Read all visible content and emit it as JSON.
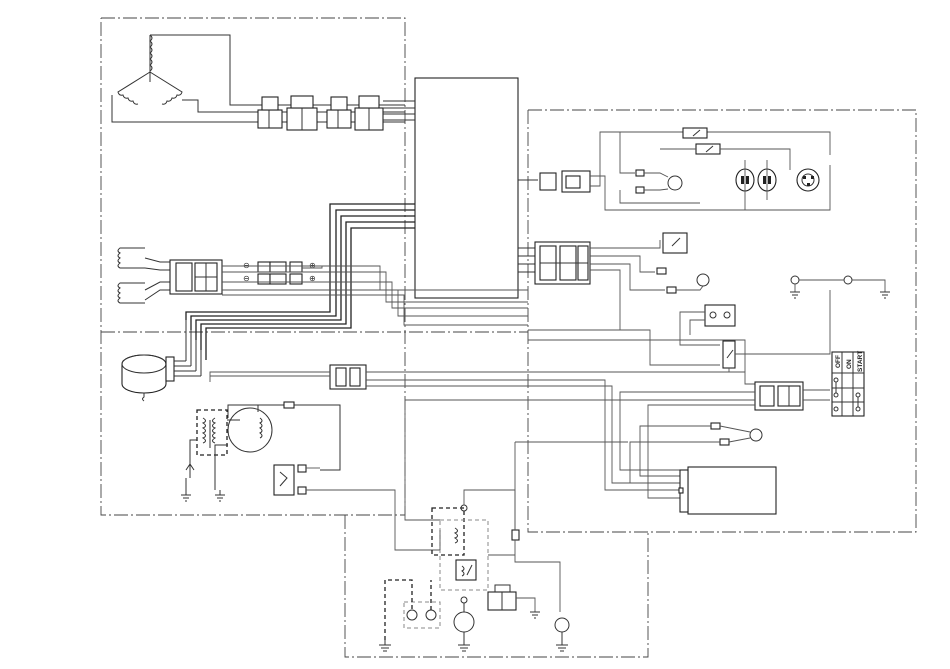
{
  "switch_labels": {
    "off": "OFF",
    "on": "ON",
    "start": "START"
  }
}
